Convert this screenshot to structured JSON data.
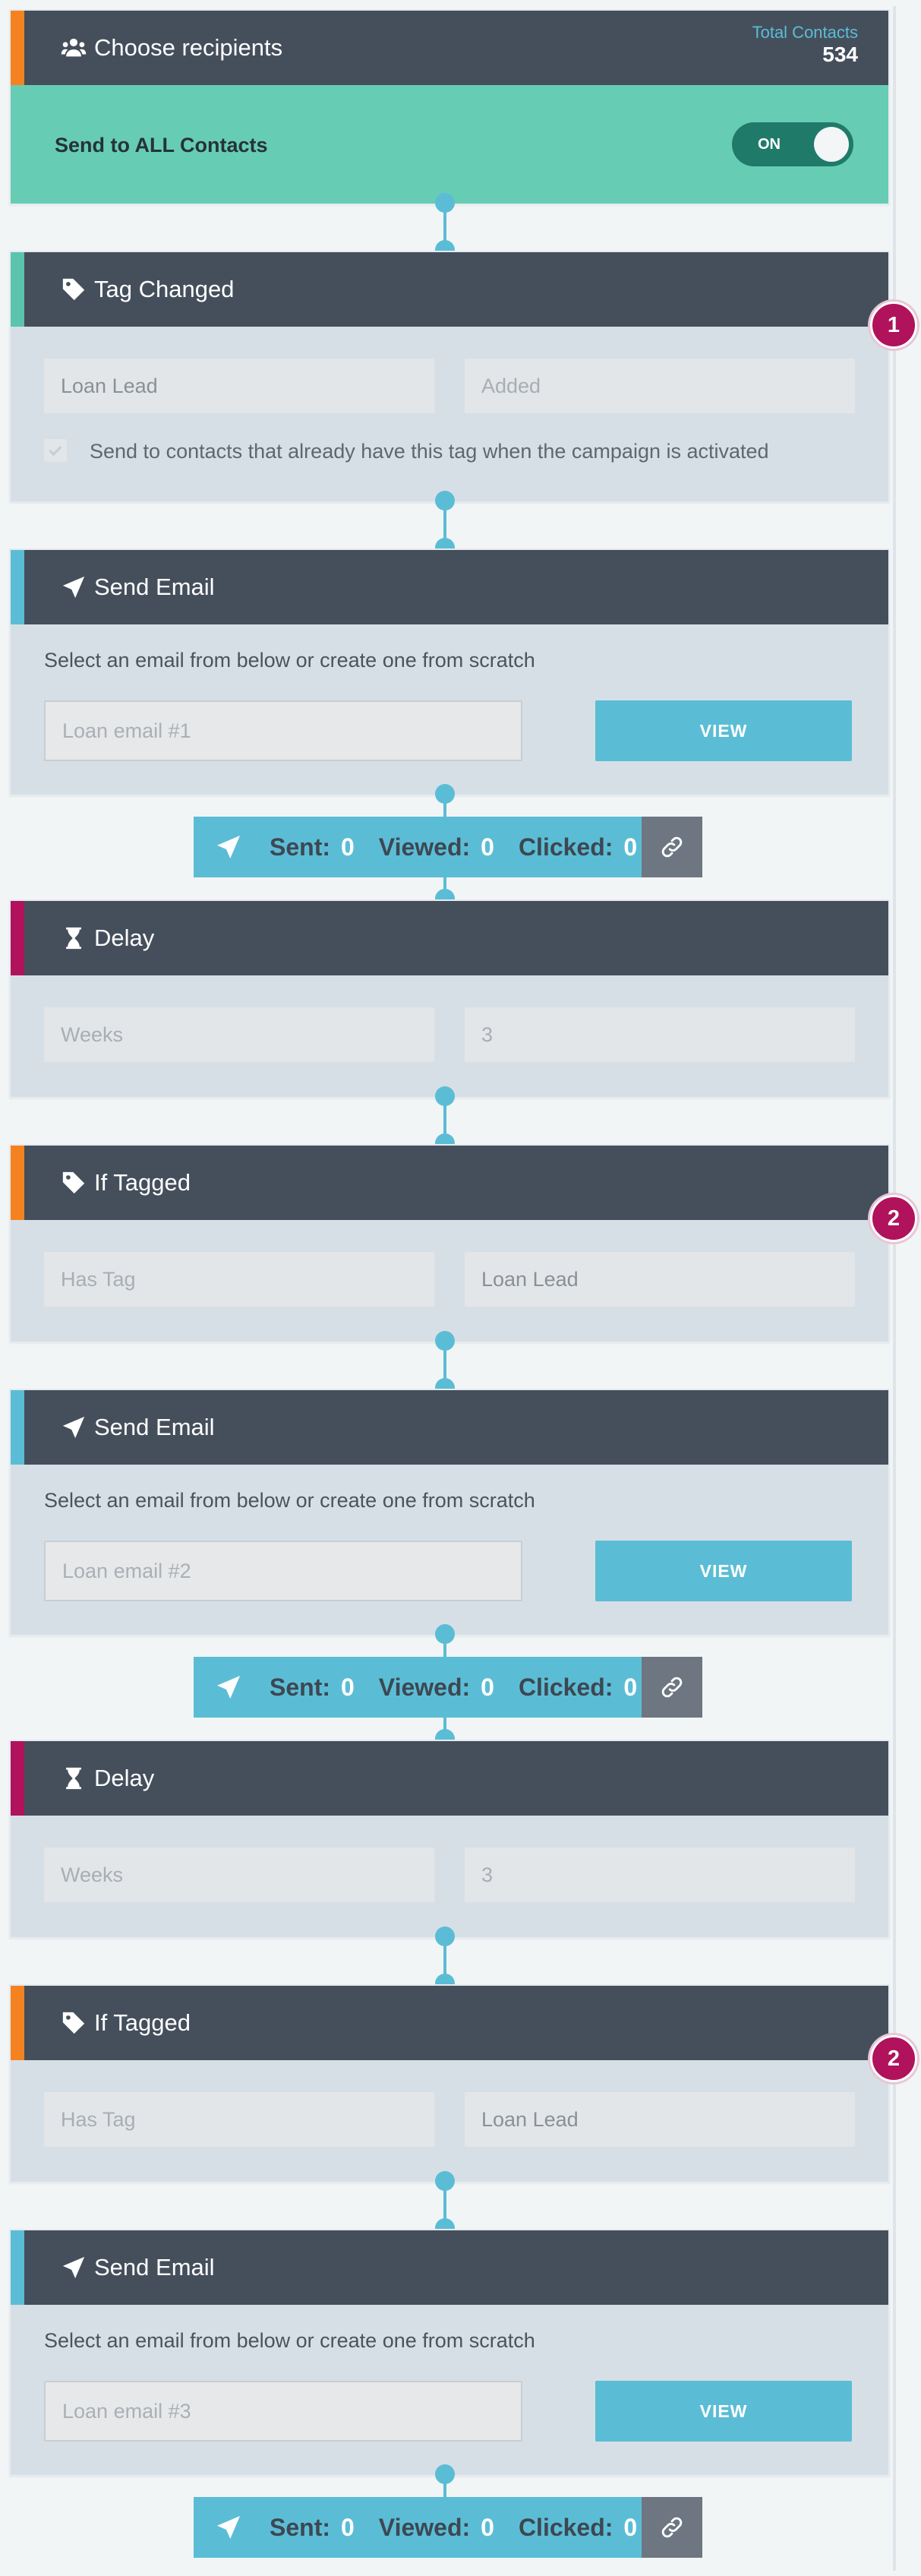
{
  "recipients": {
    "title": "Choose recipients",
    "total_label": "Total Contacts",
    "total_value": "534",
    "send_all_label": "Send to ALL Contacts",
    "toggle_label": "ON"
  },
  "tag_changed": {
    "title": "Tag Changed",
    "tag_value": "Loan Lead",
    "action_value": "Added",
    "checkbox_label": "Send to contacts that already have this tag when the campaign is activated",
    "badge": "1"
  },
  "email1": {
    "title": "Send Email",
    "instruction": "Select an email from below or create one from scratch",
    "email_value": "Loan email #1",
    "view_label": "VIEW"
  },
  "stats1": {
    "sent_label": "Sent:",
    "sent": "0",
    "viewed_label": "Viewed:",
    "viewed": "0",
    "clicked_label": "Clicked:",
    "clicked": "0"
  },
  "delay1": {
    "title": "Delay",
    "unit": "Weeks",
    "amount": "3"
  },
  "tagged1": {
    "title": "If Tagged",
    "condition": "Has Tag",
    "tag_value": "Loan Lead",
    "badge": "2"
  },
  "email2": {
    "title": "Send Email",
    "instruction": "Select an email from below or create one from scratch",
    "email_value": "Loan email #2",
    "view_label": "VIEW"
  },
  "stats2": {
    "sent_label": "Sent:",
    "sent": "0",
    "viewed_label": "Viewed:",
    "viewed": "0",
    "clicked_label": "Clicked:",
    "clicked": "0"
  },
  "delay2": {
    "title": "Delay",
    "unit": "Weeks",
    "amount": "3"
  },
  "tagged2": {
    "title": "If Tagged",
    "condition": "Has Tag",
    "tag_value": "Loan Lead",
    "badge": "2"
  },
  "email3": {
    "title": "Send Email",
    "instruction": "Select an email from below or create one from scratch",
    "email_value": "Loan email #3",
    "view_label": "VIEW"
  },
  "stats3": {
    "sent_label": "Sent:",
    "sent": "0",
    "viewed_label": "Viewed:",
    "viewed": "0",
    "clicked_label": "Clicked:",
    "clicked": "0"
  },
  "colors": {
    "accent_orange": "#f58220",
    "accent_teal": "#5bc4ac",
    "accent_blue": "#5bbdd5",
    "accent_magenta": "#b0125b",
    "header": "#454f5c",
    "send_all_bg": "#66cdb4"
  },
  "icons": {
    "recipients": "users-icon",
    "tag": "tag-icon",
    "send": "paper-plane-icon",
    "delay": "hourglass-icon",
    "link": "link-icon"
  }
}
